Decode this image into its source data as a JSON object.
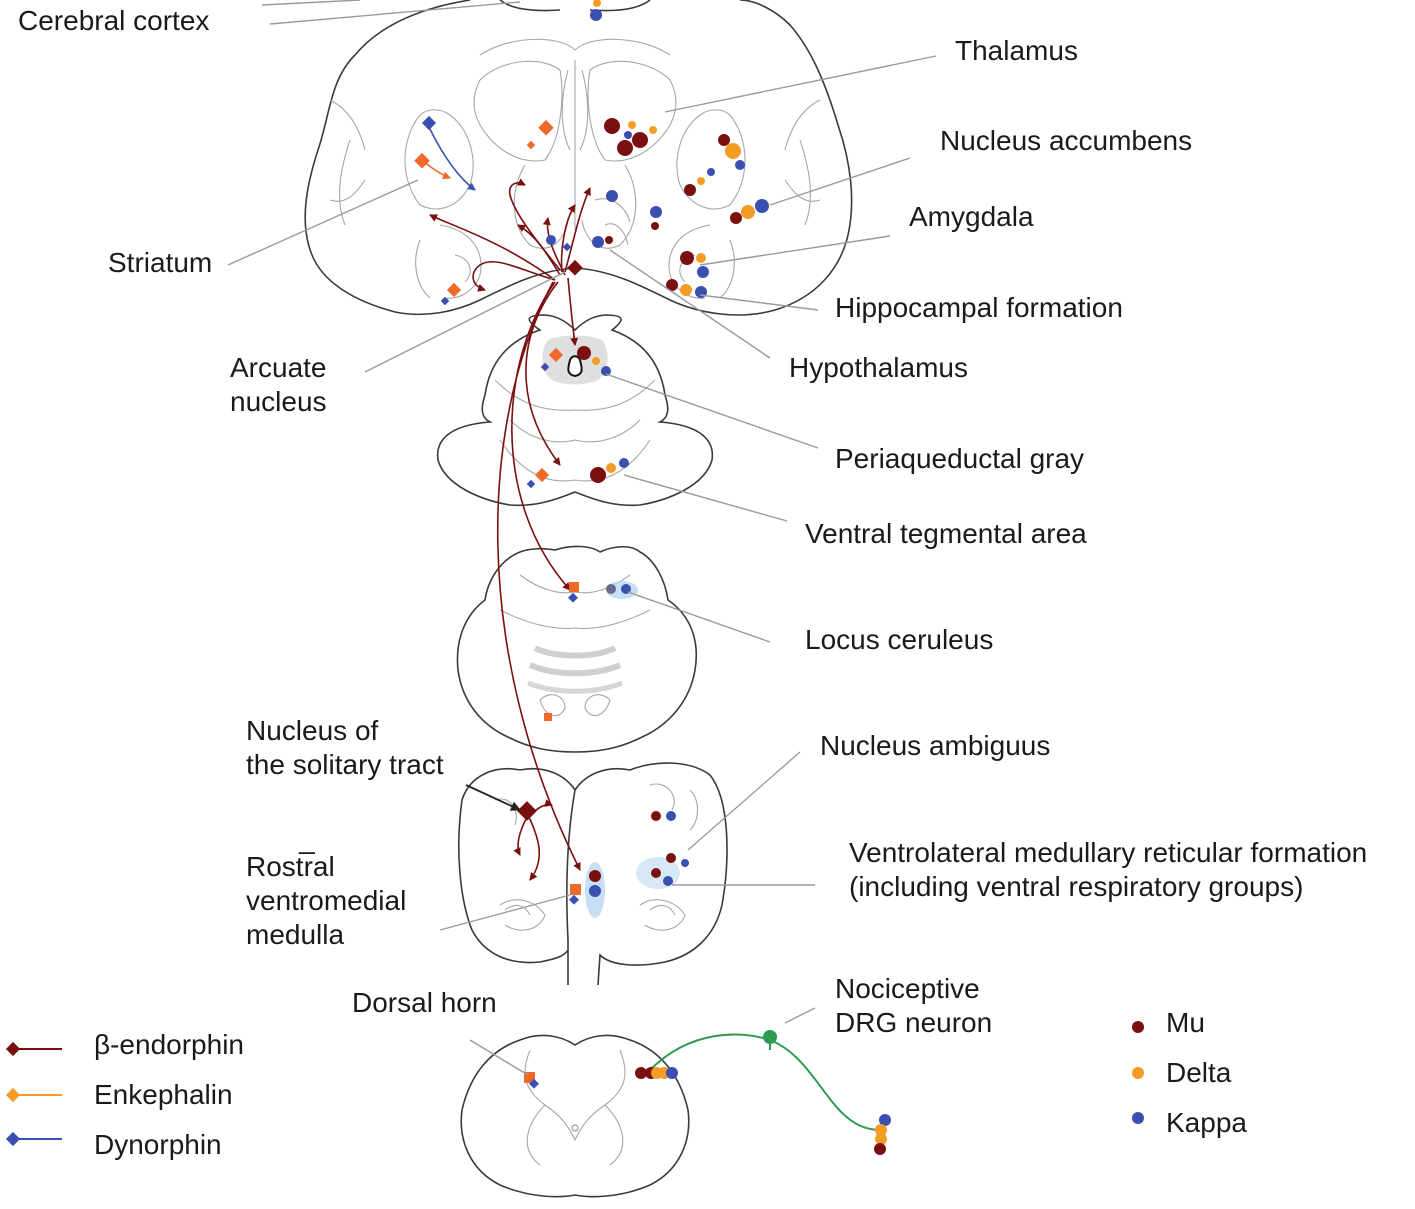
{
  "colors": {
    "mu": "#7a0f0f",
    "delta": "#f39c26",
    "kappa": "#3a4fb0",
    "beta_endorphin": "#7a0f0f",
    "enkephalin": "#f39c26",
    "dynorphin": "#3a4fb0",
    "enkephalin_marker": "#ef6a2a",
    "drg_neuron": "#2e9a52",
    "shading_blue": "#bcd9f2",
    "shading_gray": "#d8d8d8"
  },
  "labels": {
    "cerebral_cortex": "Cerebral cortex",
    "thalamus": "Thalamus",
    "nucleus_accumbens": "Nucleus accumbens",
    "amygdala": "Amygdala",
    "striatum": "Striatum",
    "hippocampal_formation": "Hippocampal formation",
    "arcuate_nucleus_line1": "Arcuate",
    "arcuate_nucleus_line2": "nucleus",
    "hypothalamus": "Hypothalamus",
    "periaqueductal_gray": "Periaqueductal gray",
    "ventral_tegmental_area": "Ventral tegmental area",
    "locus_ceruleus": "Locus ceruleus",
    "nucleus_ambiguus": "Nucleus ambiguus",
    "nucleus_solitary_line1": "Nucleus of",
    "nucleus_solitary_line2": "the solitary tract",
    "rostral_line1": "Rostr̅al",
    "rostral_line2": "ventromedial",
    "rostral_line3": "medulla",
    "vlm_line1": "Ventrolateral medullary reticular formation",
    "vlm_line2": "(including ventral respiratory groups)",
    "dorsal_horn": "Dorsal horn",
    "drg_line1": "Nociceptive",
    "drg_line2": "DRG neuron"
  },
  "legend_peptides": [
    {
      "name": "β-endorphin",
      "color_key": "beta_endorphin"
    },
    {
      "name": "Enkephalin",
      "color_key": "enkephalin"
    },
    {
      "name": "Dynorphin",
      "color_key": "dynorphin"
    }
  ],
  "legend_receptors": [
    {
      "name": "Mu",
      "color_key": "mu"
    },
    {
      "name": "Delta",
      "color_key": "delta"
    },
    {
      "name": "Kappa",
      "color_key": "kappa"
    }
  ]
}
